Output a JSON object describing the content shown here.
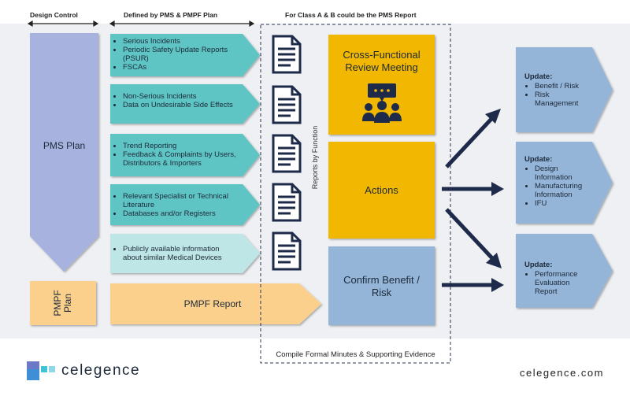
{
  "headers": {
    "design_control": "Design Control",
    "defined_by": "Defined by PMS & PMPF Plan",
    "class_ab": "For Class A & B could be the PMS Report"
  },
  "pms_plan": "PMS Plan",
  "pmpf_plan": "PMPF Plan",
  "pmpf_report": "PMPF Report",
  "inputs": [
    {
      "items": [
        "Serious Incidents",
        "Periodic Safety Update Reports (PSUR)",
        "FSCAs"
      ]
    },
    {
      "items": [
        "Non-Serious Incidents",
        "Data on Undesirable Side Effects"
      ]
    },
    {
      "items": [
        "Trend Reporting",
        "Feedback & Complaints by Users, Distributors & Importers"
      ]
    },
    {
      "items": [
        "Relevant Specialist or Technical Literature",
        "Databases and/or Registers"
      ]
    },
    {
      "items": [
        "Publicly available information about similar Medical Devices"
      ]
    }
  ],
  "reports_by_function": "Reports by Function",
  "cross_functional": "Cross-Functional Review Meeting",
  "actions": "Actions",
  "confirm": "Confirm Benefit / Risk",
  "compile": "Compile Formal Minutes & Supporting Evidence",
  "updates": [
    {
      "title": "Update:",
      "items": [
        "Benefit / Risk",
        "Risk Management"
      ]
    },
    {
      "title": "Update:",
      "items": [
        "Design Information",
        "Manufacturing Information",
        "IFU"
      ]
    },
    {
      "title": "Update:",
      "items": [
        "Performance Evaluation Report"
      ]
    }
  ],
  "brand": {
    "logo_text": "celegence",
    "url": "celegence.com"
  },
  "colors": {
    "teal": "#5fc4c4",
    "teal_light": "#bfe6e6",
    "lavender": "#a7b3de",
    "gold": "#f2b705",
    "steel": "#94b4d8",
    "peach": "#fbd08c",
    "navy": "#1e2a4a"
  }
}
